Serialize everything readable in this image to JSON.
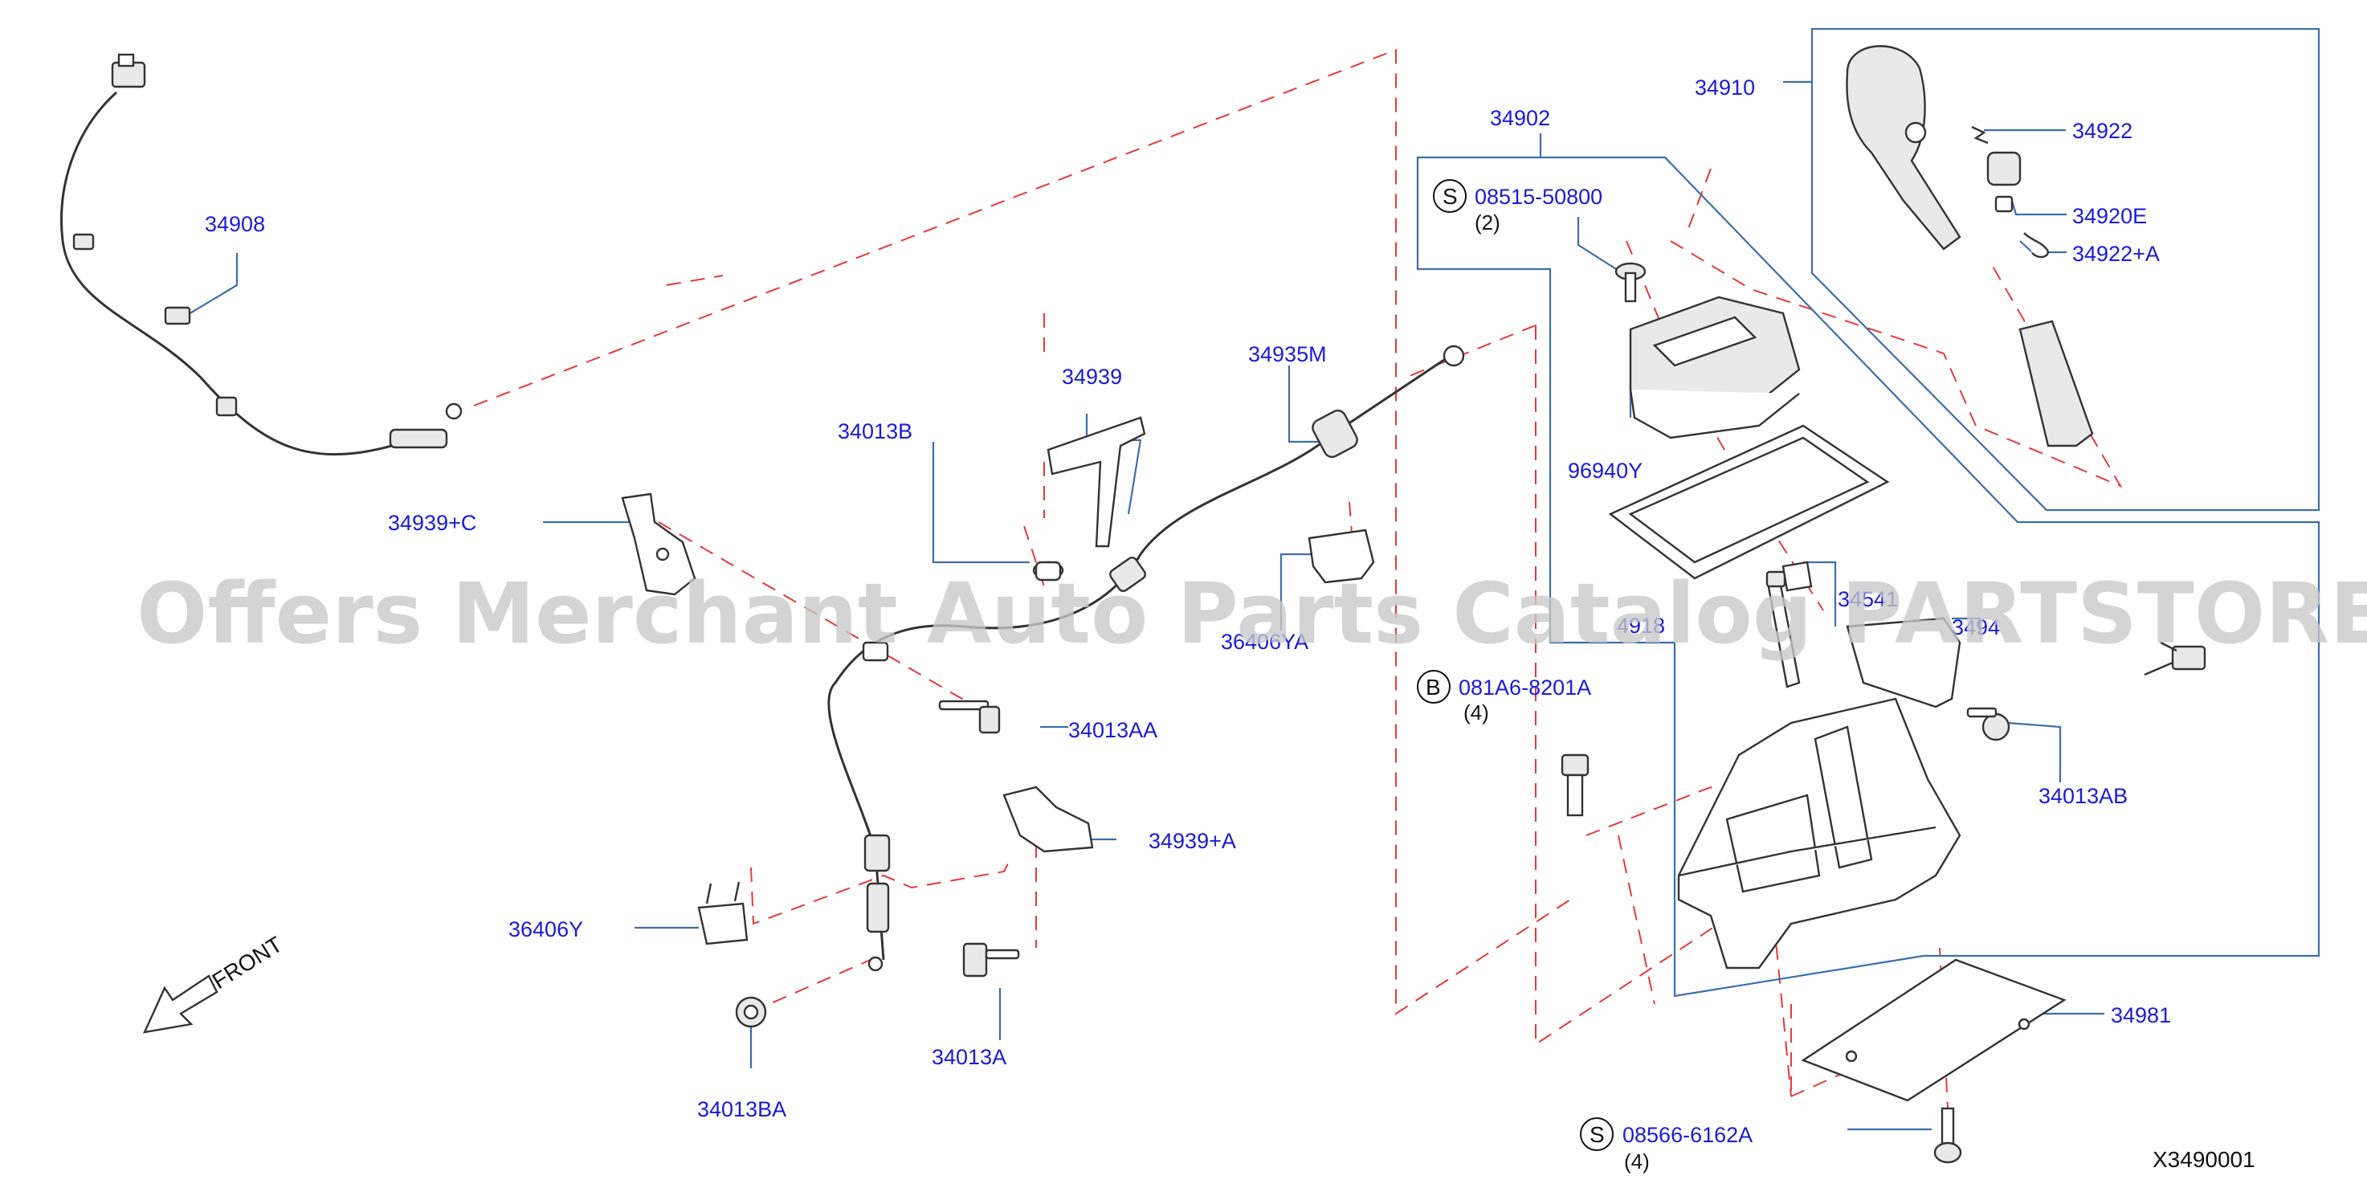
{
  "watermark": "Offers Merchant Auto Parts Catalog PARTSTORE.SA",
  "diagram_id": "X3490001",
  "front_label": "FRONT",
  "parts": {
    "p34908": "34908",
    "p34939": "34939",
    "p34013B": "34013B",
    "p34935M": "34935M",
    "p34939C": "34939+C",
    "p36406YA": "36406YA",
    "p34013AA": "34013AA",
    "p34939A": "34939+A",
    "p36406Y": "36406Y",
    "p34013A": "34013A",
    "p34013BA": "34013BA",
    "p34902": "34902",
    "p08515": "08515-50800",
    "p96940Y": "96940Y",
    "p4918": "4918",
    "p081A6": "081A6-8201A",
    "p34910": "34910",
    "p34922": "34922",
    "p34920E": "34920E",
    "p34922A": "34922+A",
    "p34541": "34541",
    "p3494": "3494",
    "p34013AB": "34013AB",
    "p34981": "34981",
    "p08566": "08566-6162A"
  },
  "qty": {
    "q08515": "(2)",
    "q081A6": "(4)",
    "q08566": "(4)"
  },
  "markers": {
    "s1": "S",
    "b1": "B",
    "s2": "S"
  },
  "colors": {
    "label": "#1a1adb",
    "leader": "#3d6ea8",
    "dash": "#e8393a",
    "line": "#333333"
  }
}
